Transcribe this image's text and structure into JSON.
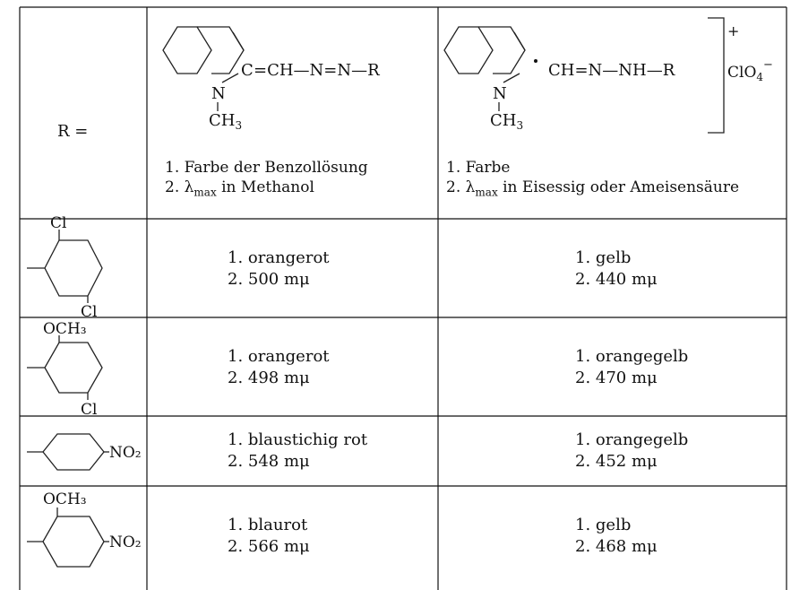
{
  "header": {
    "r_label": "R =",
    "col1": {
      "line1": "1. Farbe der Benzollösung",
      "line2_prefix": "2. λ",
      "line2_sub": "max",
      "line2_suffix": " in Methanol"
    },
    "col2": {
      "line1": "1. Farbe",
      "line2_prefix": "2. λ",
      "line2_sub": "max",
      "line2_suffix": " in Eisessig oder Ameisensäure"
    },
    "struct1": {
      "c_label": "C",
      "chain": "=CH—N=N—R",
      "n_label": "N",
      "methyl": "CH",
      "methyl_sub": "3"
    },
    "struct2": {
      "chain": "CH=N—NH—R",
      "n_label": "N",
      "methyl": "CH",
      "methyl_sub": "3",
      "charge": "+",
      "anion": "ClO",
      "anion_sub": "4",
      "anion_charge": "−"
    }
  },
  "rows": [
    {
      "substituents": {
        "top": "Cl",
        "bottom": "Cl",
        "right": ""
      },
      "col1": [
        "1. orangerot",
        "2. 500 mμ"
      ],
      "col2": [
        "1. gelb",
        "2. 440 mμ"
      ]
    },
    {
      "substituents": {
        "top": "OCH₃",
        "bottom": "Cl",
        "right": ""
      },
      "col1": [
        "1. orangerot",
        "2. 498 mμ"
      ],
      "col2": [
        "1. orangegelb",
        "2. 470 mμ"
      ]
    },
    {
      "substituents": {
        "top": "",
        "bottom": "",
        "right": "NO₂"
      },
      "col1": [
        "1. blaustichig rot",
        "2. 548 mμ"
      ],
      "col2": [
        "1. orangegelb",
        "2. 452 mμ"
      ]
    },
    {
      "substituents": {
        "top": "OCH₃",
        "bottom": "",
        "right": "NO₂"
      },
      "col1": [
        "1. blaurot",
        "2. 566 mμ"
      ],
      "col2": [
        "1. gelb",
        "2. 468 mμ"
      ]
    }
  ]
}
